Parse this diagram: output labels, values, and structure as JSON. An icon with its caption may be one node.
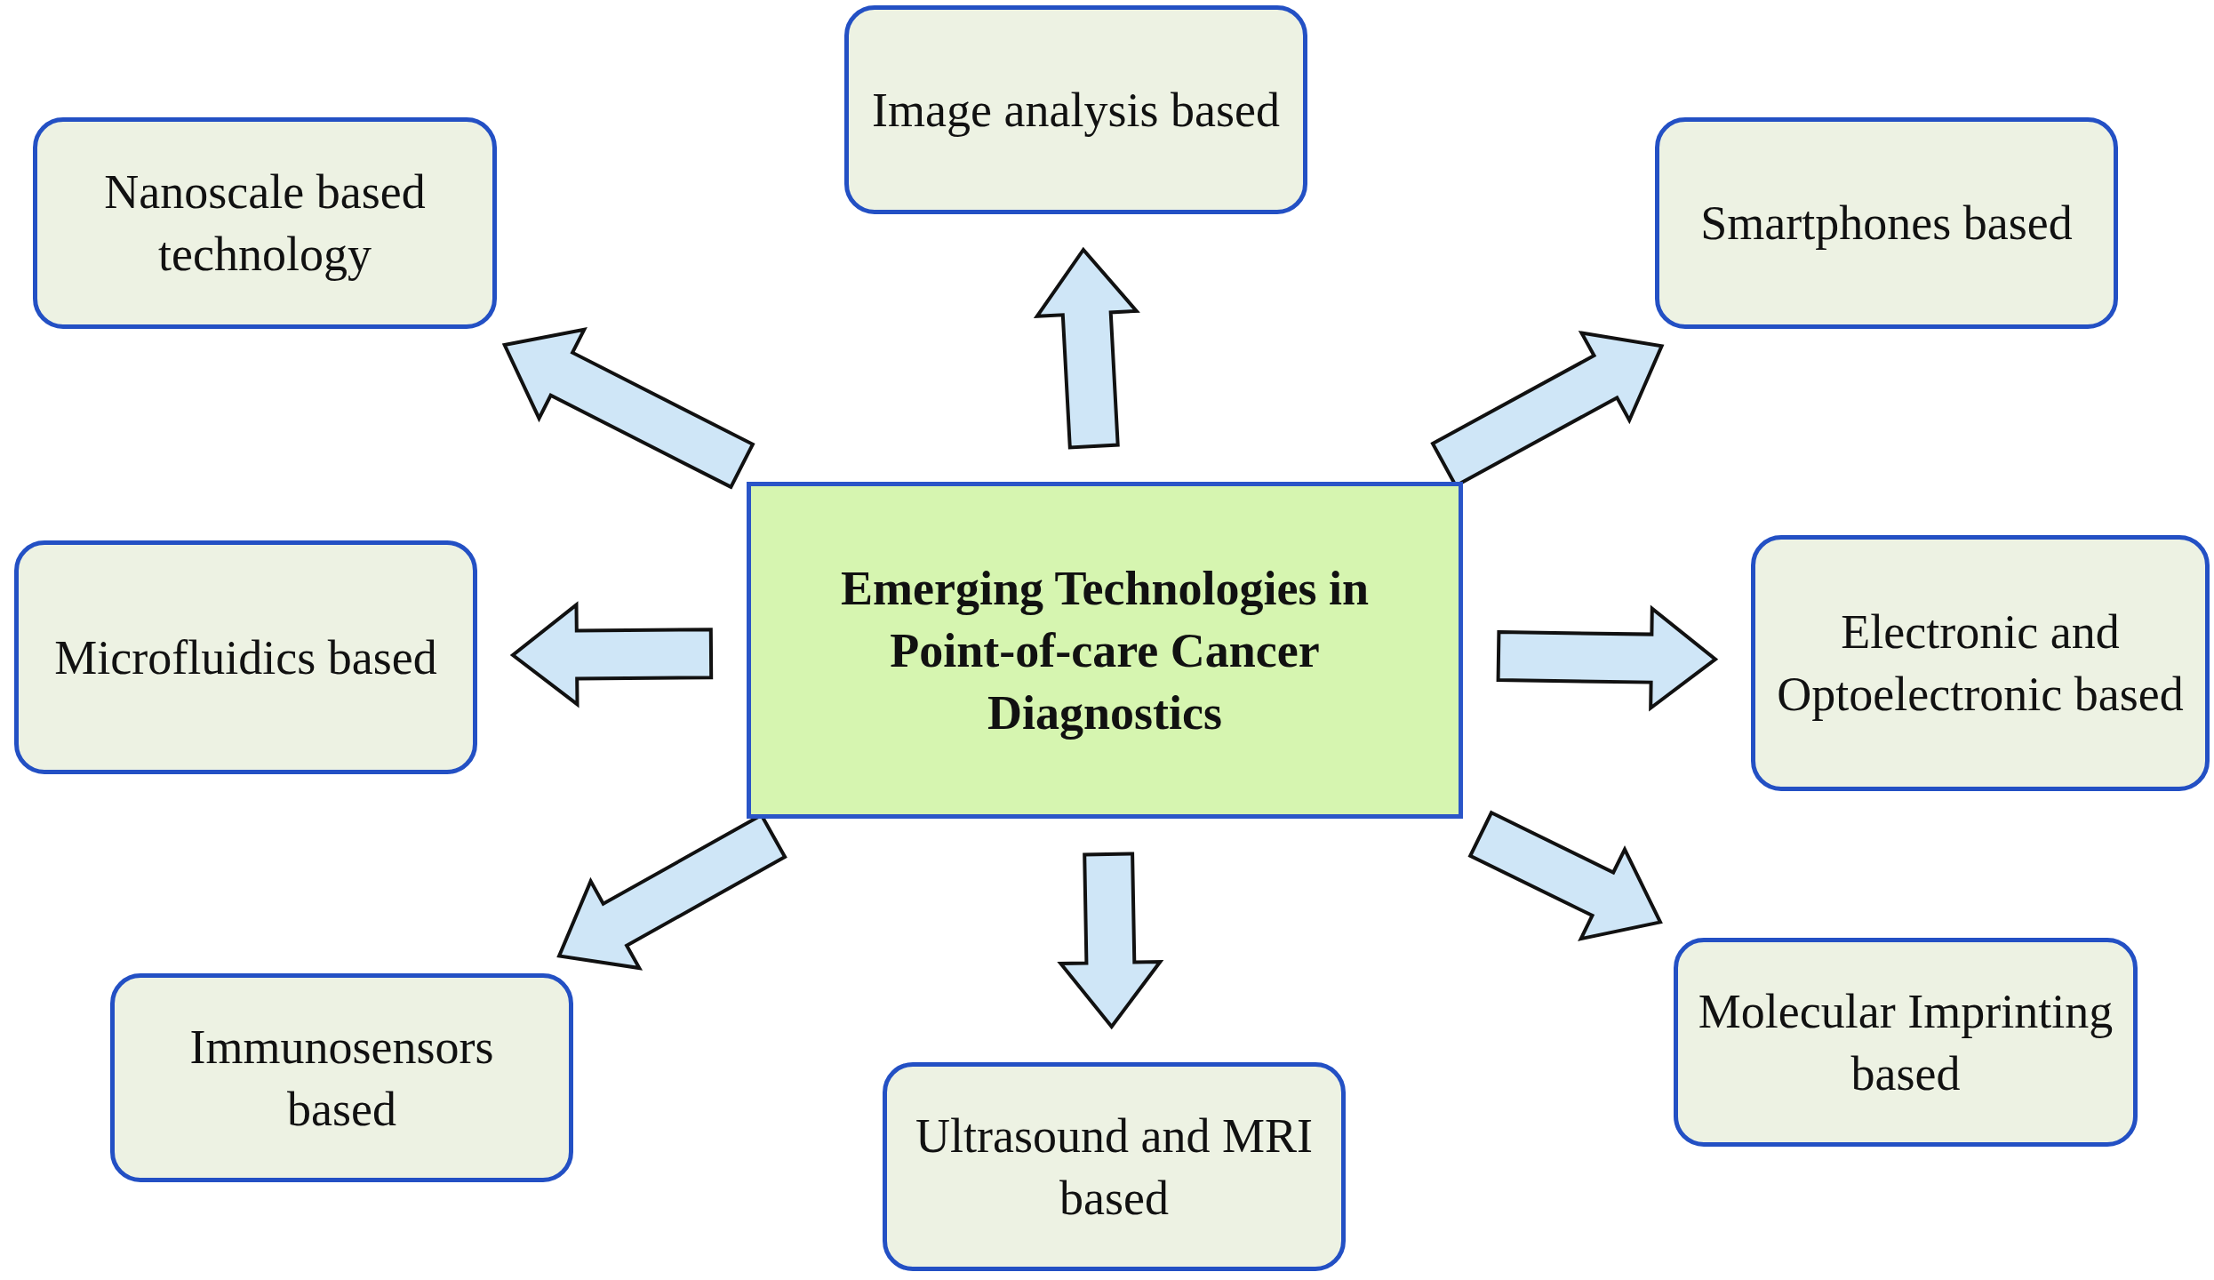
{
  "diagram": {
    "nodes": [
      {
        "text": [
          "Emerging Technologies in Point-of-care Cancer Diagnostics"
        ]
      },
      {
        "text": [
          "Image analysis based"
        ]
      },
      {
        "text": [
          "Nanoscale based technology"
        ]
      },
      {
        "text": [
          "Smartphones based"
        ]
      },
      {
        "text": [
          "Microfluidics based"
        ]
      },
      {
        "text": [
          "Electronic and Optoelectronic based"
        ]
      },
      {
        "text": [
          "Molecular Imprinting based"
        ]
      },
      {
        "text": [
          "Immunosensors based"
        ]
      },
      {
        "text": [
          "Ultrasound and MRI based"
        ]
      }
    ],
    "edges": [
      {
        "from": 0,
        "to": 1,
        "arrow": "to"
      },
      {
        "from": 0,
        "to": 2,
        "arrow": "to"
      },
      {
        "from": 0,
        "to": 3,
        "arrow": "to"
      },
      {
        "from": 0,
        "to": 4,
        "arrow": "to"
      },
      {
        "from": 0,
        "to": 5,
        "arrow": "to"
      },
      {
        "from": 0,
        "to": 6,
        "arrow": "to"
      },
      {
        "from": 0,
        "to": 7,
        "arrow": "to"
      },
      {
        "from": 0,
        "to": 8,
        "arrow": "to"
      }
    ]
  }
}
